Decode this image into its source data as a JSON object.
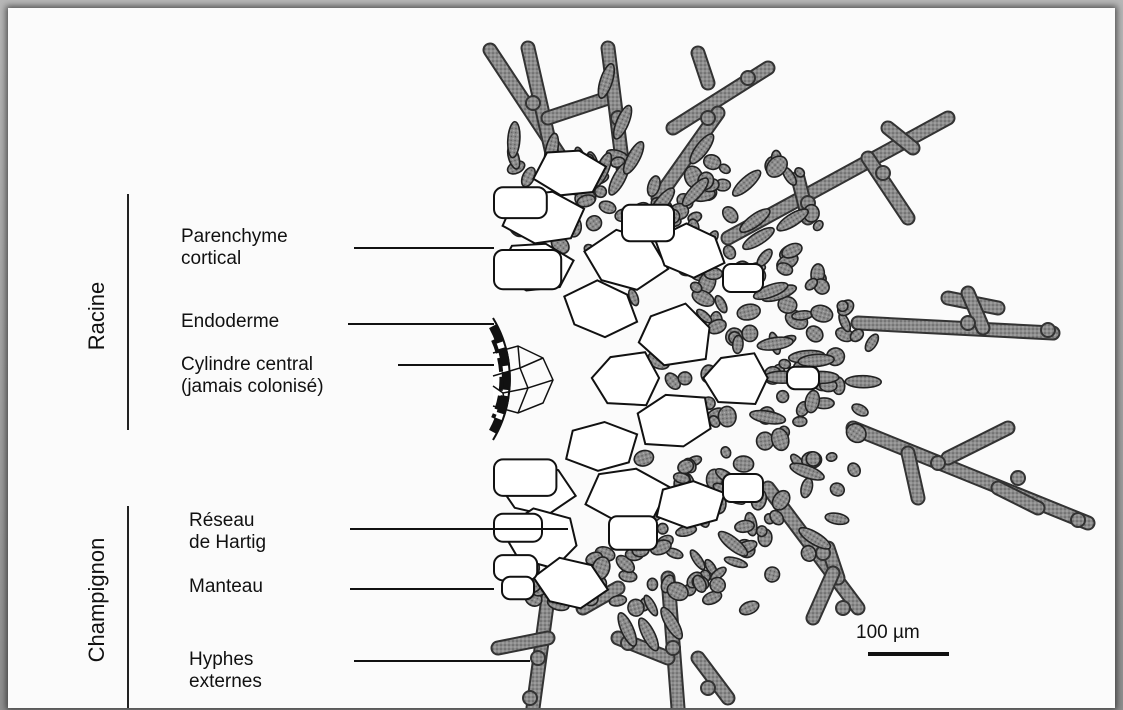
{
  "labels": {
    "parenchyme_1": "Parenchyme",
    "parenchyme_2": "cortical",
    "endoderme": "Endoderme",
    "cylindre_1": "Cylindre central",
    "cylindre_2": "(jamais colonisé)",
    "hartig_1": "Réseau",
    "hartig_2": "de Hartig",
    "manteau": "Manteau",
    "hyphes_1": "Hyphes",
    "hyphes_2": "externes"
  },
  "groups": {
    "racine": "Racine",
    "champignon": "Champignon"
  },
  "scale": {
    "label": "100 µm"
  },
  "colors": {
    "hypha": "#7a7a7a",
    "cell_outline": "#111111",
    "paper": "#fbfbfb"
  }
}
